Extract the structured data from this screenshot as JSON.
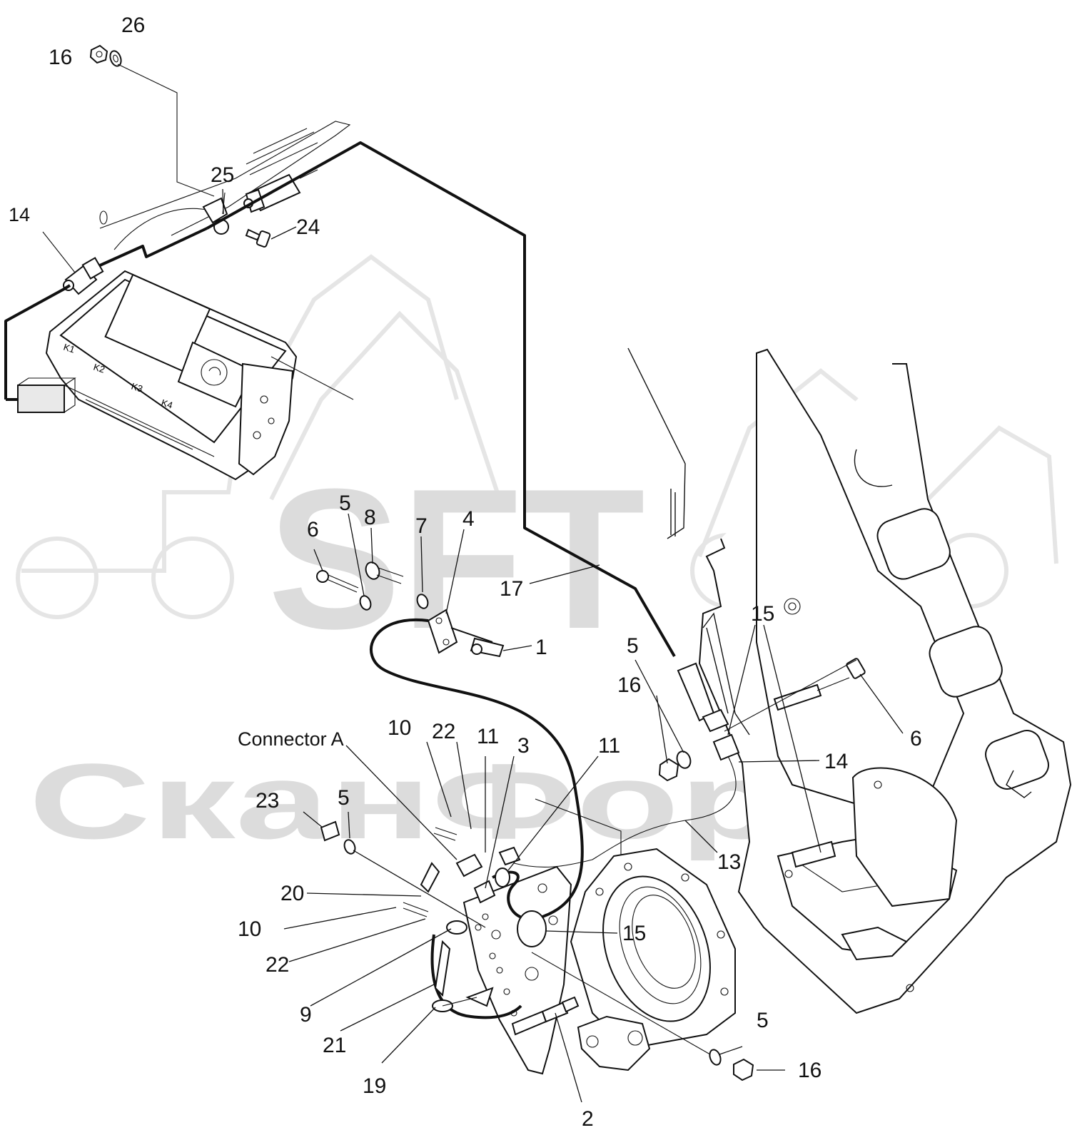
{
  "watermark": {
    "primary": "SFT",
    "secondary": "СканФорТек",
    "color": "#d9d9d9"
  },
  "callouts": [
    {
      "id": "c16a",
      "text": "16"
    },
    {
      "id": "c26",
      "text": "26"
    },
    {
      "id": "c25",
      "text": "25"
    },
    {
      "id": "c24",
      "text": "24"
    },
    {
      "id": "c14a",
      "text": "14"
    },
    {
      "id": "c6a",
      "text": "6"
    },
    {
      "id": "c5a",
      "text": "5"
    },
    {
      "id": "c8",
      "text": "8"
    },
    {
      "id": "c7",
      "text": "7"
    },
    {
      "id": "c4",
      "text": "4"
    },
    {
      "id": "c1",
      "text": "1"
    },
    {
      "id": "c17",
      "text": "17"
    },
    {
      "id": "c15a",
      "text": "15"
    },
    {
      "id": "c5b",
      "text": "5"
    },
    {
      "id": "c16b",
      "text": "16"
    },
    {
      "id": "c6b",
      "text": "6"
    },
    {
      "id": "c14b",
      "text": "14"
    },
    {
      "id": "c13",
      "text": "13"
    },
    {
      "id": "connA",
      "text": "Connector A"
    },
    {
      "id": "c10a",
      "text": "10"
    },
    {
      "id": "c22a",
      "text": "22"
    },
    {
      "id": "c11a",
      "text": "11"
    },
    {
      "id": "c3",
      "text": "3"
    },
    {
      "id": "c11b",
      "text": "11"
    },
    {
      "id": "c23",
      "text": "23"
    },
    {
      "id": "c5c",
      "text": "5"
    },
    {
      "id": "c20",
      "text": "20"
    },
    {
      "id": "c10b",
      "text": "10"
    },
    {
      "id": "c22b",
      "text": "22"
    },
    {
      "id": "c15b",
      "text": "15"
    },
    {
      "id": "c9",
      "text": "9"
    },
    {
      "id": "c21",
      "text": "21"
    },
    {
      "id": "c19",
      "text": "19"
    },
    {
      "id": "c2",
      "text": "2"
    },
    {
      "id": "c5d",
      "text": "5"
    },
    {
      "id": "c16c",
      "text": "16"
    }
  ],
  "display_keys": [
    "K1",
    "K2",
    "K3",
    "K4"
  ]
}
